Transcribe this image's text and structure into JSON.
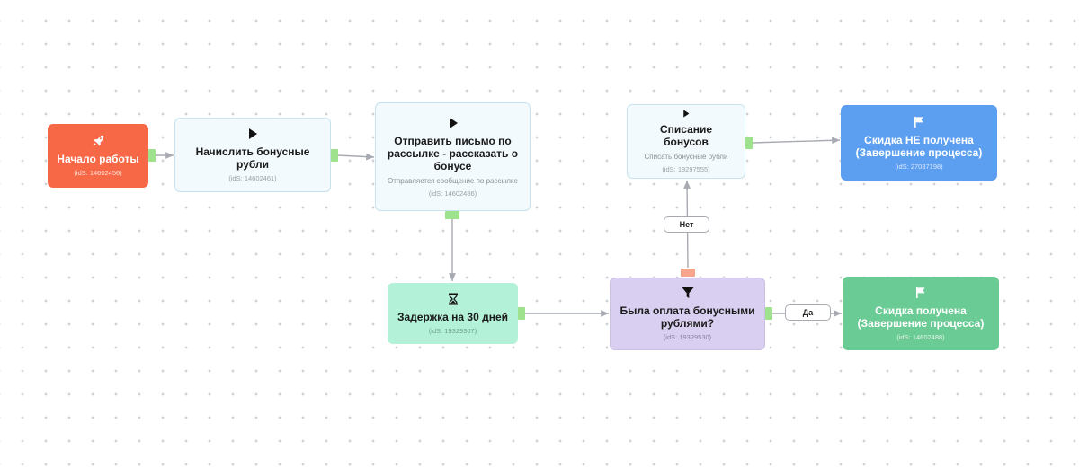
{
  "colors": {
    "start": "#f76847",
    "action": "#f3fafd",
    "delay": "#b3f1d9",
    "condition": "#d9cff0",
    "end_negative": "#5c9ef0",
    "end_positive": "#6bcb95",
    "port_out": "#9ee28d",
    "port_in": "#f8a58d",
    "edge": "#a7abb1"
  },
  "nodes": {
    "start": {
      "icon": "rocket-icon",
      "title": "Начало работы",
      "ids": "(idS: 14602456)"
    },
    "bonus": {
      "icon": "play-icon",
      "title": "Начислить бонусные рубли",
      "ids": "(idS: 14602461)"
    },
    "email": {
      "icon": "play-icon",
      "title": "Отправить письмо по рассылке - рассказать о бонусе",
      "subtitle": "Отправляется сообщение по рассылке",
      "ids": "(idS: 14602486)"
    },
    "spisanie": {
      "icon": "play-icon",
      "title": "Списание бонусов",
      "subtitle": "Списать бонусные рубли",
      "ids": "(idS: 19297555)"
    },
    "end_negative": {
      "icon": "flag-icon",
      "title": "Скидка НЕ получена (Завершение процесса)",
      "ids": "(idS: 27037198)"
    },
    "delay": {
      "icon": "hourglass-icon",
      "title": "Задержка на 30 дней",
      "ids": "(idS: 19329307)"
    },
    "condition": {
      "icon": "filter-icon",
      "title": "Была оплата бонусными рублями?",
      "ids": "(idS: 19329530)"
    },
    "end_positive": {
      "icon": "flag-icon",
      "title": "Скидка получена (Завершение процесса)",
      "ids": "(idS: 14602488)"
    }
  },
  "edge_labels": {
    "no": "Нет",
    "yes": "Да"
  }
}
